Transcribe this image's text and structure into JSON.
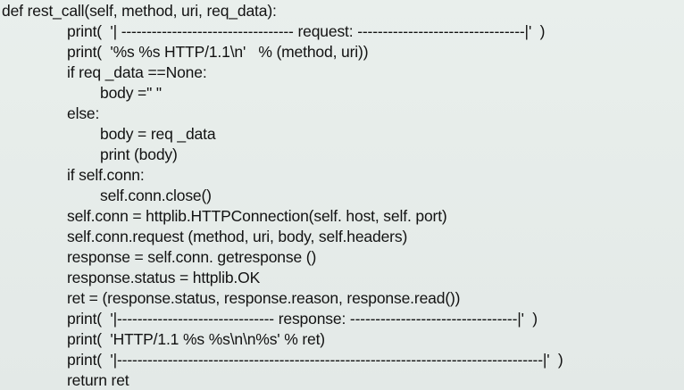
{
  "code": {
    "lines": [
      "def rest_call(self, method, uri, req_data):",
      "print(  '| ---------------------------------- request: ---------------------------------|'  )",
      "print(  '%s %s HTTP/1.1\\n'   % (method, uri))",
      "if req _data ==None:",
      "body =\" \"",
      "else:",
      "body = req _data",
      "print (body)",
      "if self.conn:",
      "self.conn.close()",
      "self.conn = httplib.HTTPConnection(self. host, self. port)",
      "self.conn.request (method, uri, body, self.headers)",
      "response = self.conn. getresponse ()",
      "response.status = httplib.OK",
      "ret = (response.status, response.reason, response.read())",
      "print(  '|------------------------------- response: ---------------------------------|'  )",
      "print(  'HTTP/1.1 %s %s\\n\\n%s' % ret)",
      "print(  '|------------------------------------------------------------------------------------|'  )",
      "return ret"
    ]
  }
}
